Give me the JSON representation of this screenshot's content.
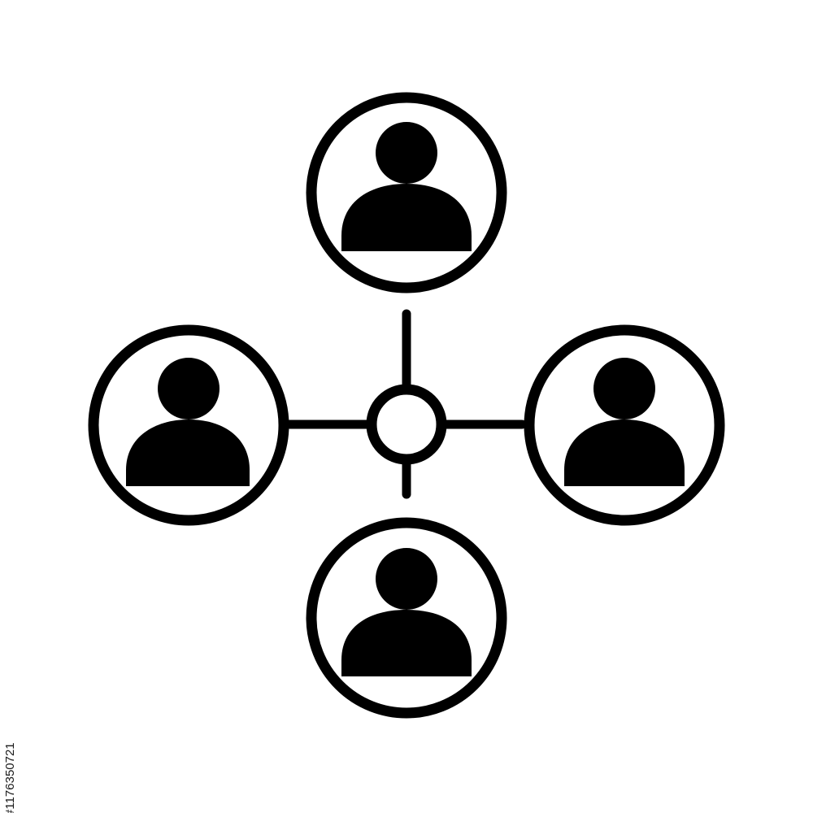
{
  "icon": {
    "name": "people-network-icon",
    "foreground_color": "#000000",
    "background_color": "#ffffff",
    "members": [
      {
        "id": "top",
        "icon": "person-icon"
      },
      {
        "id": "left",
        "icon": "person-icon"
      },
      {
        "id": "right",
        "icon": "person-icon"
      },
      {
        "id": "bottom",
        "icon": "person-icon"
      }
    ],
    "hub_icon": "hub-circle-icon"
  },
  "watermark": {
    "stock_id": "#1176350721"
  }
}
